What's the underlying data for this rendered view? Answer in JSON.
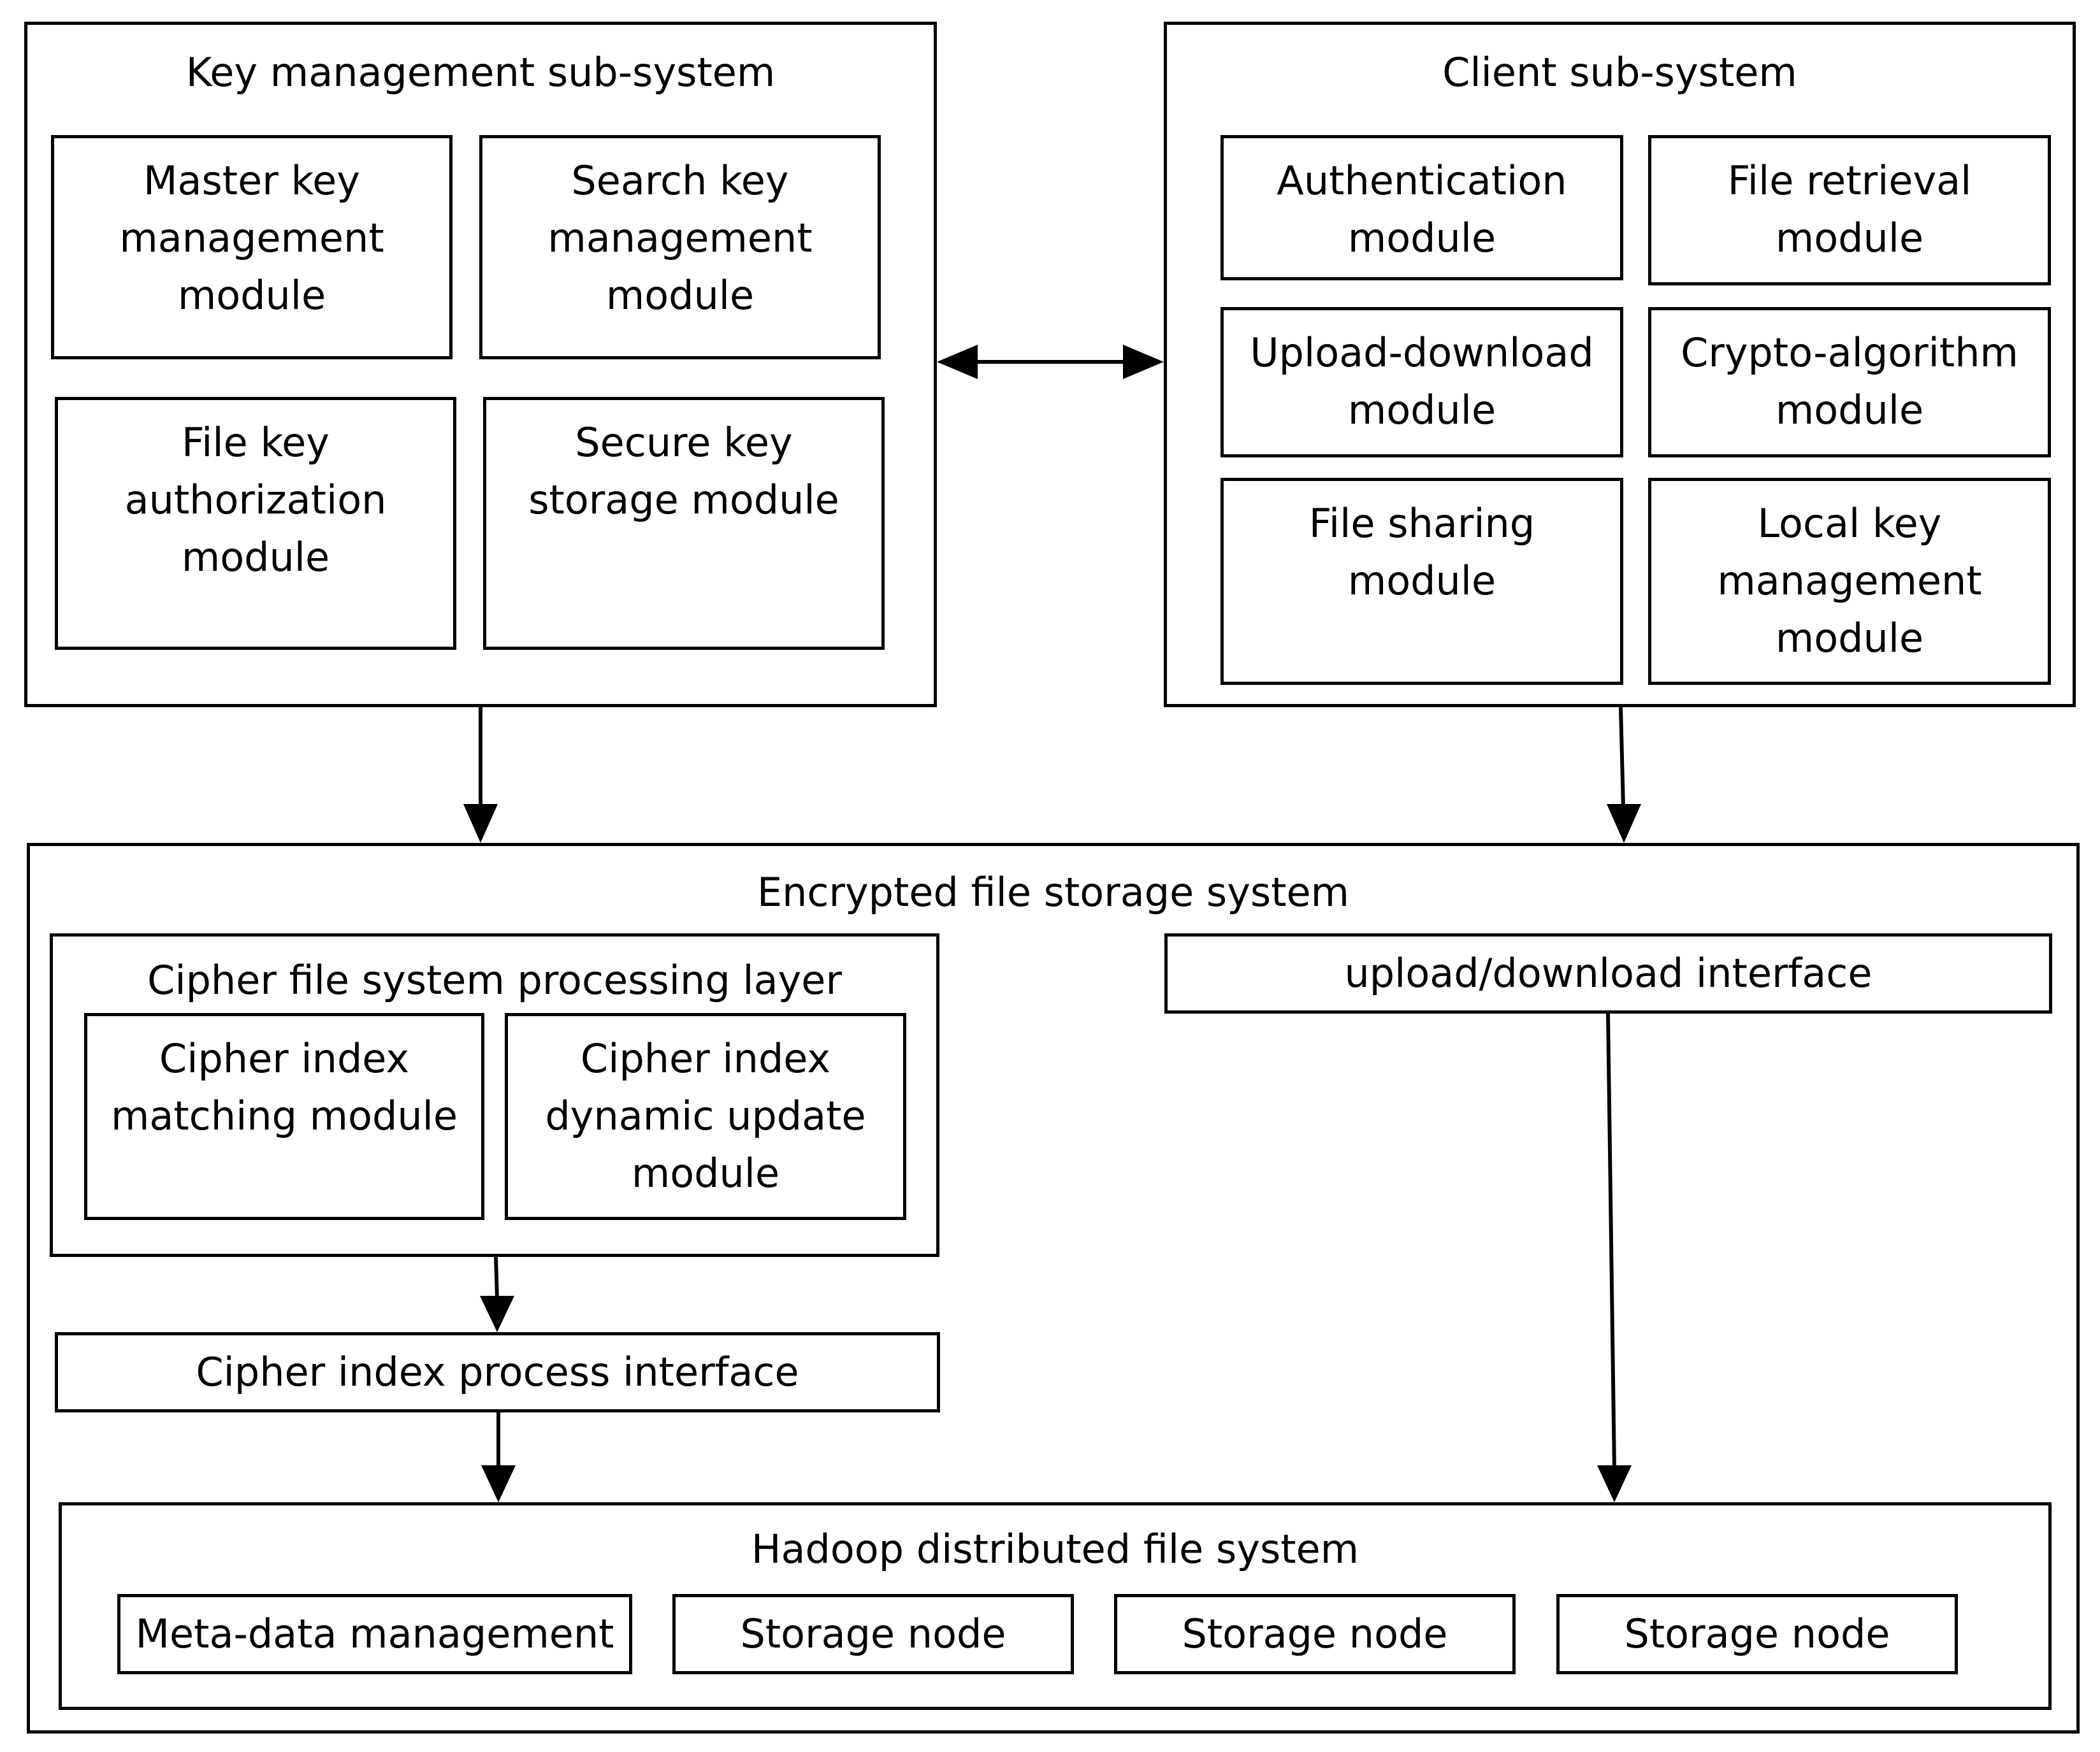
{
  "key_mgmt": {
    "title": "Key management sub-system",
    "modules": [
      "Master key\nmanagement\nmodule",
      "Search key\nmanagement\nmodule",
      "File key\nauthorization\nmodule",
      "Secure key\nstorage module"
    ]
  },
  "client": {
    "title": "Client sub-system",
    "modules": [
      "Authentication\nmodule",
      "File retrieval\nmodule",
      "Upload-download\nmodule",
      "Crypto-algorithm\nmodule",
      "File sharing\nmodule",
      "Local key\nmanagement\nmodule"
    ]
  },
  "storage": {
    "title": "Encrypted file storage system",
    "cipher_layer": {
      "title": "Cipher file system processing layer",
      "modules": [
        "Cipher index\nmatching module",
        "Cipher index\ndynamic update\nmodule"
      ]
    },
    "upload_interface": "upload/download interface",
    "cipher_interface": "Cipher index process interface",
    "hdfs": {
      "title": "Hadoop distributed file system",
      "nodes": [
        "Meta-data management",
        "Storage node",
        "Storage node",
        "Storage node"
      ]
    }
  }
}
